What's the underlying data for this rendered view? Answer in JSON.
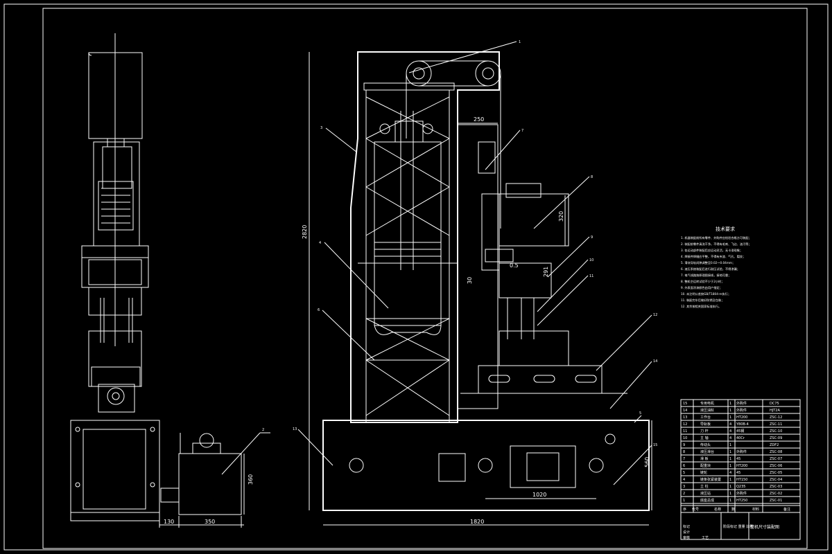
{
  "dimensions": {
    "top_width": "250",
    "total_height": "2820",
    "side_height": "320",
    "small_gap": "0.5",
    "small_a": "291",
    "offset_30": "30",
    "base_inner": "1020",
    "base_total": "1820",
    "base_height": "560",
    "tank_height": "360",
    "tank_width": "350",
    "tank_offset": "130"
  },
  "balloons": {
    "b1": "1",
    "b2": "2",
    "b3": "3",
    "b4": "4",
    "b5": "5",
    "b6": "6",
    "b7": "7",
    "b8": "8",
    "b9": "9",
    "b10": "10",
    "b11": "11",
    "b12": "12",
    "b13": "13",
    "b14": "14",
    "b15": "15"
  },
  "notes": {
    "title": "技术要求",
    "lines": [
      "1. 机器装配前所有零件、外购件应检验合格方可装配；",
      "2. 装配前零件清洗干净，不得有毛刺、飞边、油污等；",
      "3. 各运动部件装配后应运动灵活，无卡滞现象；",
      "4. 焊接件焊缝应平整，不得有夹渣、气孔、裂纹；",
      "5. 滑块导轨间隙调整至0.02～0.04mm；",
      "6. 液压系统装配后进行耐压试验，不得渗漏；",
      "7. 电气线路按原理图接线，接地可靠；",
      "8. 整机空运转试验不少于2小时；",
      "9. 外表面涂漆颜色由用户指定；",
      "10. 未注明公差按GB/T1804-m执行；",
      "11. 装配完毕后做好防锈及包装；",
      "12. 其余按相关国家标准执行。"
    ]
  },
  "title_block": {
    "drawing_title": "整机尺寸装配图",
    "header": {
      "c1": "序",
      "c2": "代号",
      "c3": "名称",
      "c4": "数",
      "c5": "材料",
      "c6": "备注"
    },
    "parts": [
      {
        "no": "15",
        "name": "专用电机",
        "qty": "1",
        "mat": "外购件",
        "note": "DC75"
      },
      {
        "no": "14",
        "name": "液压油缸",
        "qty": "1",
        "mat": "外购件",
        "note": "HJT2A"
      },
      {
        "no": "13",
        "name": "工作台",
        "qty": "1",
        "mat": "HT200",
        "note": "ZSC-12"
      },
      {
        "no": "12",
        "name": "导轨板",
        "qty": "4",
        "mat": "Y80B-4",
        "note": "ZSC-11"
      },
      {
        "no": "11",
        "name": "刀 杆",
        "qty": "4",
        "mat": "45钢",
        "note": "ZSC-10"
      },
      {
        "no": "10",
        "name": "主 轴",
        "qty": "4",
        "mat": "40Cr",
        "note": "ZSC-09"
      },
      {
        "no": "9",
        "name": "传动头",
        "qty": "1",
        "mat": "",
        "note": "ZDF2"
      },
      {
        "no": "8",
        "name": "液压滑台",
        "qty": "1",
        "mat": "外购件",
        "note": "ZSC-08"
      },
      {
        "no": "7",
        "name": "滑 板",
        "qty": "1",
        "mat": "45",
        "note": "ZSC-07"
      },
      {
        "no": "6",
        "name": "配重块",
        "qty": "1",
        "mat": "HT200",
        "note": "ZSC-06"
      },
      {
        "no": "5",
        "name": "链轮",
        "qty": "4",
        "mat": "45",
        "note": "ZSC-05"
      },
      {
        "no": "4",
        "name": "链条张紧装置",
        "qty": "1",
        "mat": "HT150",
        "note": "ZSC-04"
      },
      {
        "no": "3",
        "name": "立 柱",
        "qty": "1",
        "mat": "Q235",
        "note": "ZSC-03"
      },
      {
        "no": "2",
        "name": "液压站",
        "qty": "1",
        "mat": "外购件",
        "note": "ZSC-02"
      },
      {
        "no": "1",
        "name": "底座总成",
        "qty": "1",
        "mat": "HT250",
        "note": "ZSC-01"
      }
    ],
    "left_labels": [
      "标记",
      "设计",
      "审核",
      "工艺"
    ],
    "scale_labels": "阶段标记 重量 比例"
  }
}
